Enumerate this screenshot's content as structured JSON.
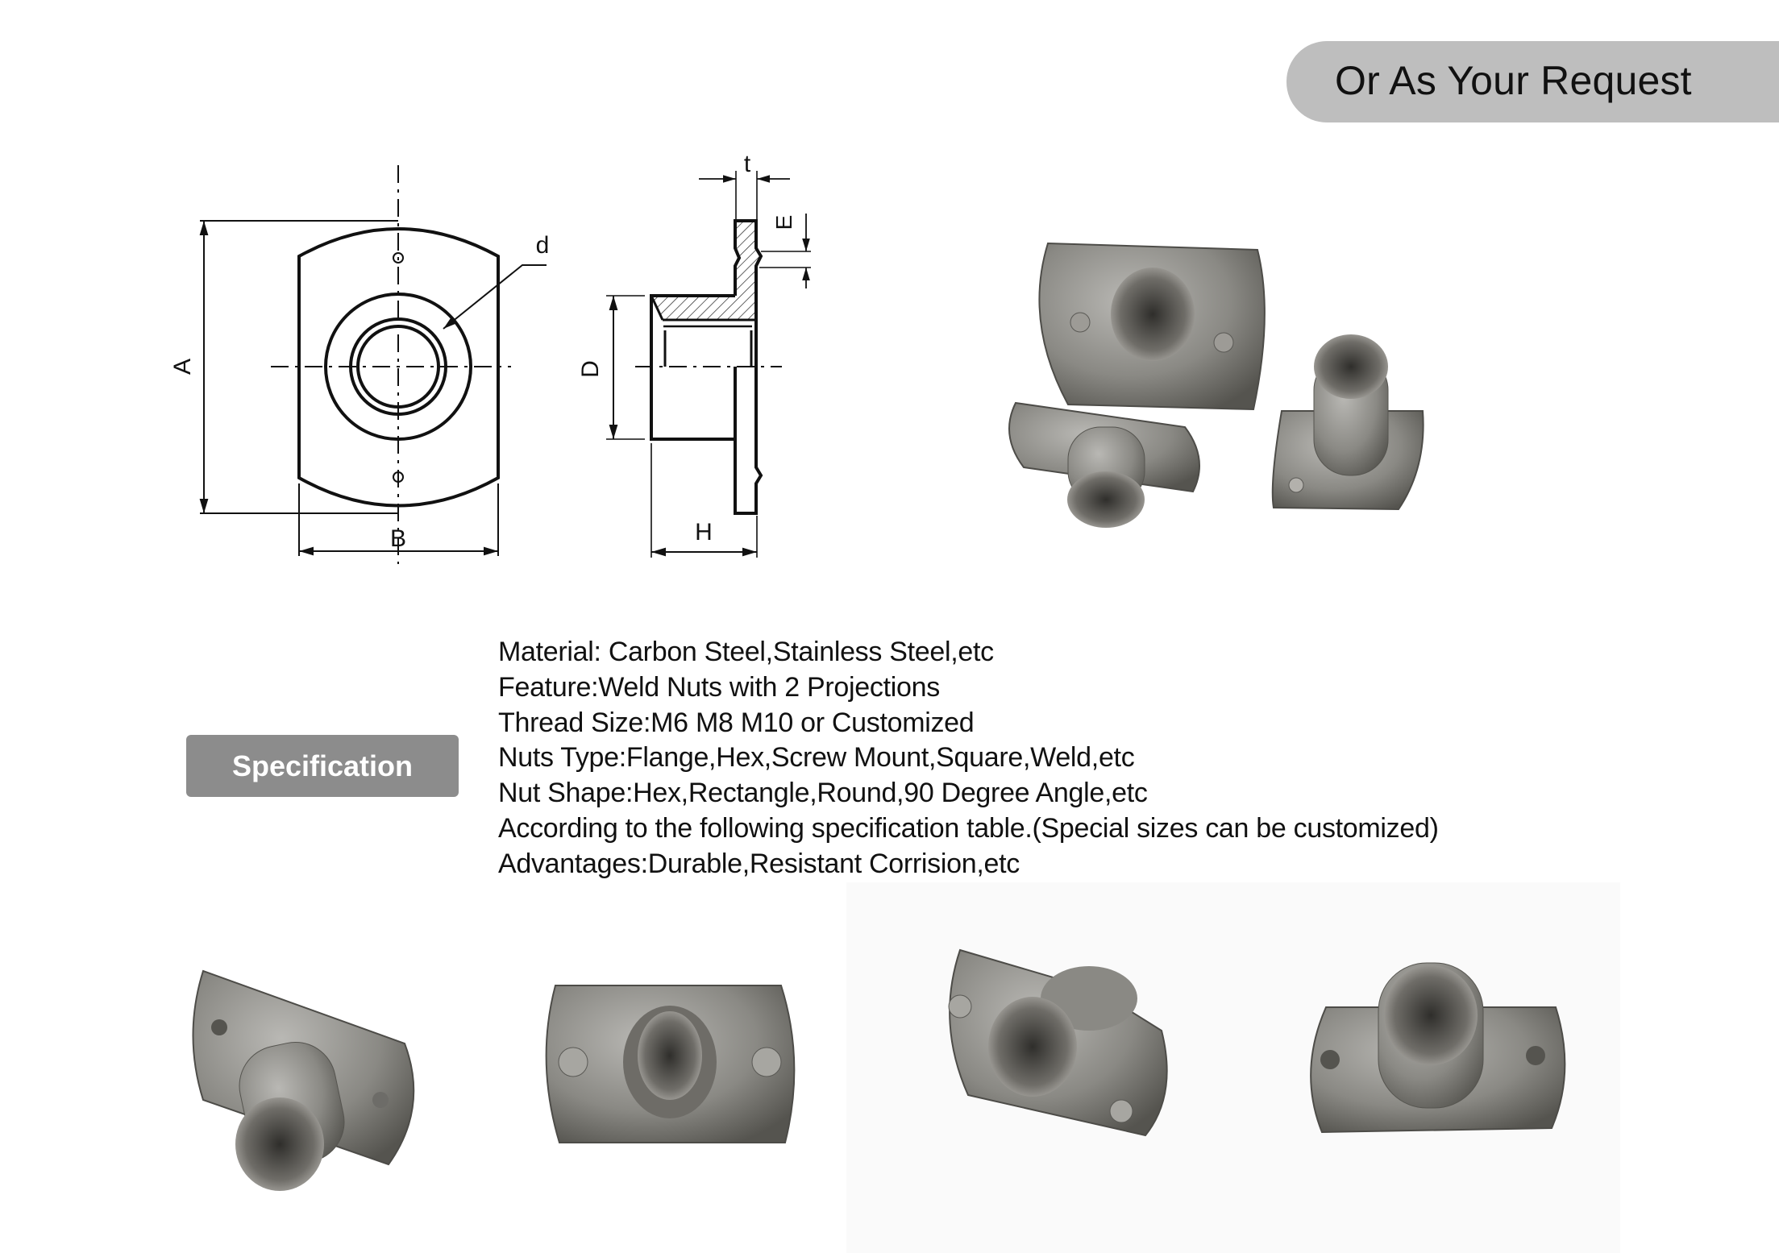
{
  "header": {
    "request_label": "Or As Your Request"
  },
  "drawing": {
    "front_view": {
      "dim_labels": {
        "A": "A",
        "B": "B",
        "d": "d"
      }
    },
    "side_view": {
      "dim_labels": {
        "t": "t",
        "E": "E",
        "D": "D",
        "H": "H"
      }
    }
  },
  "photos": {
    "top_group": {
      "description": "three weld nuts with 2 projections",
      "icon": "weld-nut-photo"
    },
    "bottom": [
      {
        "icon": "weld-nut-photo",
        "view": "angled barrel view"
      },
      {
        "icon": "weld-nut-photo",
        "view": "flat face view"
      },
      {
        "icon": "weld-nut-photo",
        "view": "angled face view"
      },
      {
        "icon": "weld-nut-photo",
        "view": "barrel top view"
      }
    ]
  },
  "specification": {
    "badge_label": "Specification",
    "lines": [
      "Material: Carbon Steel,Stainless Steel,etc",
      "Feature:Weld Nuts with 2 Projections",
      "Thread Size:M6 M8 M10 or Customized",
      "Nuts Type:Flange,Hex,Screw Mount,Square,Weld,etc",
      "Nut Shape:Hex,Rectangle,Round,90 Degree Angle,etc",
      "According to the following specification table.(Special sizes can be customized)",
      "Advantages:Durable,Resistant Corrision,etc"
    ]
  },
  "colors": {
    "pill": "#bebebe",
    "badge": "#8c8c8c",
    "steel_light": "#a9a9a6",
    "steel_mid": "#7d7c78",
    "steel_dark": "#4a4946"
  }
}
